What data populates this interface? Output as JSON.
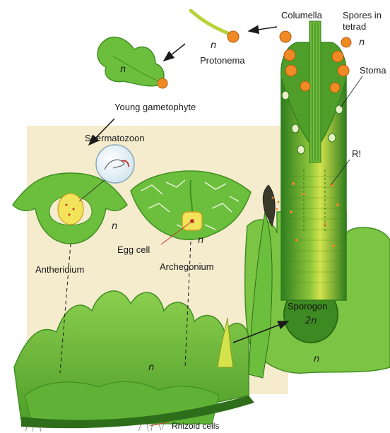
{
  "labels": {
    "columella": "Columella",
    "spores_in_tetrad": [
      "Spores in",
      "tetrad"
    ],
    "stoma": "Stoma",
    "protonema": "Protonema",
    "young_gametophyte": "Young gametophyte",
    "spermatozoon": "Spermatozoon",
    "antheridium": "Antheridium",
    "archegonium": "Archegonium",
    "egg_cell": "Egg cell",
    "sporogon": "Sporogon",
    "rhizoid_cells": "Rhizoid cells",
    "r_mark": "R!"
  },
  "ploidy": {
    "haploid": "n",
    "diploid": "2n"
  },
  "colors": {
    "background_panel": "#f5ebcd",
    "thallus_green": "#6cbf3c",
    "thallus_dark": "#3f8f22",
    "sporophyte_light": "#c8dd4a",
    "sporophyte_dark": "#2e7d1e",
    "spore_orange": "#f08a24",
    "egg_yellow": "#f2e35a",
    "arrow": "#1a1a1a",
    "pointer_red": "#c0392b"
  }
}
